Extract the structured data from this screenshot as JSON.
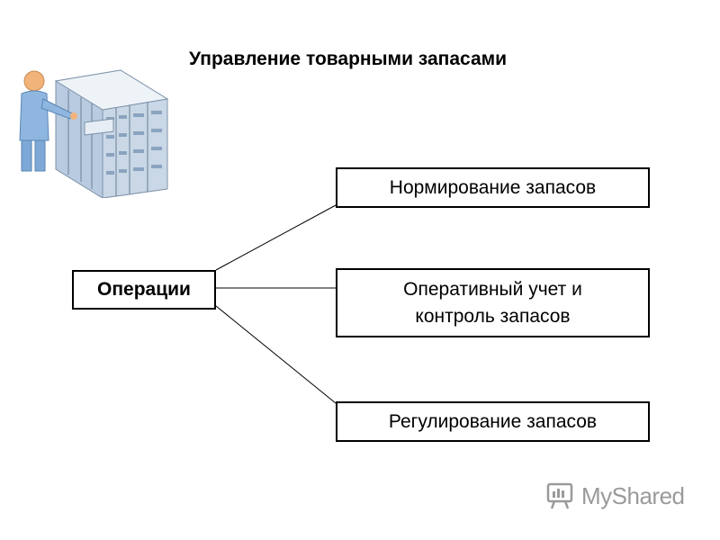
{
  "title": "Управление товарными запасами",
  "root": {
    "label": "Операции"
  },
  "branches": [
    {
      "label": "Нормирование запасов"
    },
    {
      "label": "Оперативный учет и контроль запасов"
    },
    {
      "label": "Регулирование запасов"
    }
  ],
  "watermark": {
    "text": "MyShared"
  },
  "icons": [
    "person-at-server-illustration",
    "watermark-logo-icon"
  ],
  "colors": {
    "line": "#000000",
    "watermark": "#9a9a9a",
    "server": "#b9cbe0",
    "person": "#8fb6df"
  }
}
